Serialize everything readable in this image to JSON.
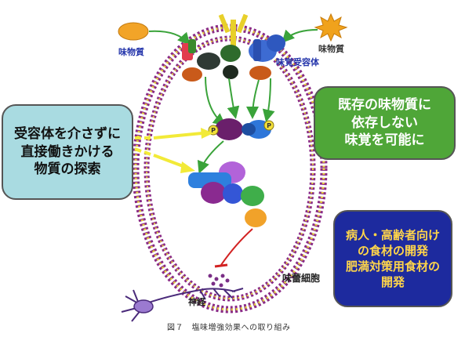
{
  "labels": {
    "tastant_left": "味物質",
    "tastant_right": "味物質",
    "receptor": "味覚受容体",
    "taste_cell": "味蕾細胞",
    "nerve": "神経",
    "phospho": "P"
  },
  "boxes": {
    "left": [
      "受容体を介さずに",
      "直接働きかける",
      "物質の探索"
    ],
    "green": [
      "既存の味物質に",
      "依存しない",
      "味覚を可能に"
    ],
    "blue": [
      "病人・高齢者向け",
      "の食材の開発",
      "肥満対策用食材の",
      "開発"
    ]
  },
  "caption": "図７　塩味増強効果への取り組み",
  "colors": {
    "membrane": "#8a2a86",
    "membrane_dots": "#e6d23a",
    "arrow_green": "#3aa33a",
    "arrow_yellow": "#f2ea38",
    "inhibit_red": "#d22222",
    "box_left_bg": "#a9dbe1",
    "box_green_bg": "#4fa638",
    "box_blue_bg": "#1d2a9e",
    "box_blue_text": "#ffd54a"
  }
}
